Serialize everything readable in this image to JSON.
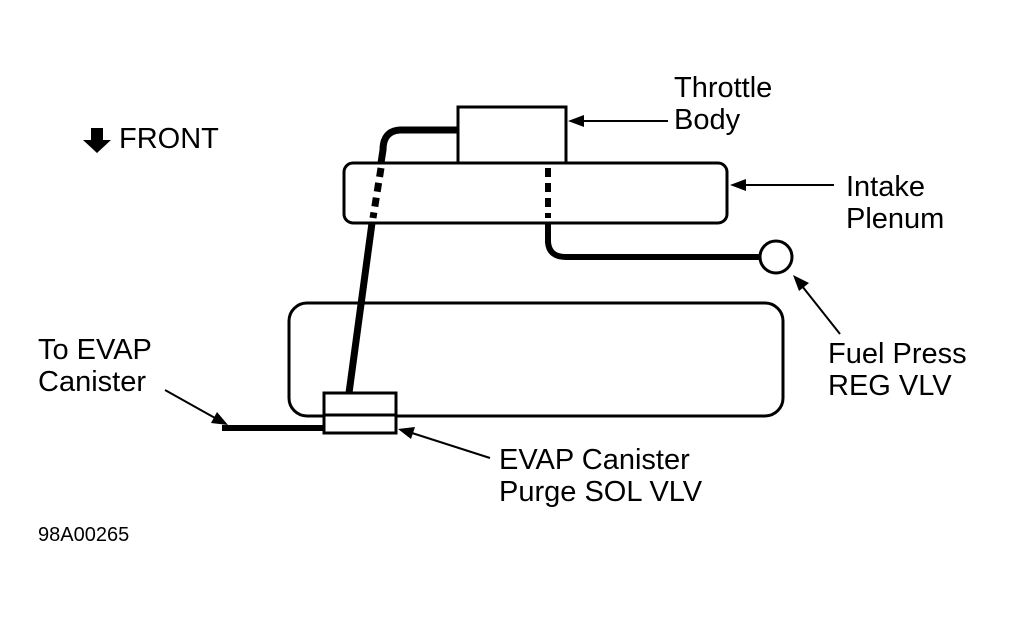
{
  "colors": {
    "ink": "#000000",
    "background": "#ffffff"
  },
  "orientation": {
    "icon": "arrow-down-icon",
    "text": "FRONT"
  },
  "labels": {
    "throttle_body": [
      "Throttle",
      "Body"
    ],
    "intake_plenum": [
      "Intake",
      "Plenum"
    ],
    "fuel_press_reg_vlv": [
      "Fuel Press",
      "REG VLV"
    ],
    "to_evap_canister": [
      "To EVAP",
      "Canister"
    ],
    "evap_purge_sol_vlv": [
      "EVAP Canister",
      "Purge SOL VLV"
    ]
  },
  "figure_id": "98A00265"
}
